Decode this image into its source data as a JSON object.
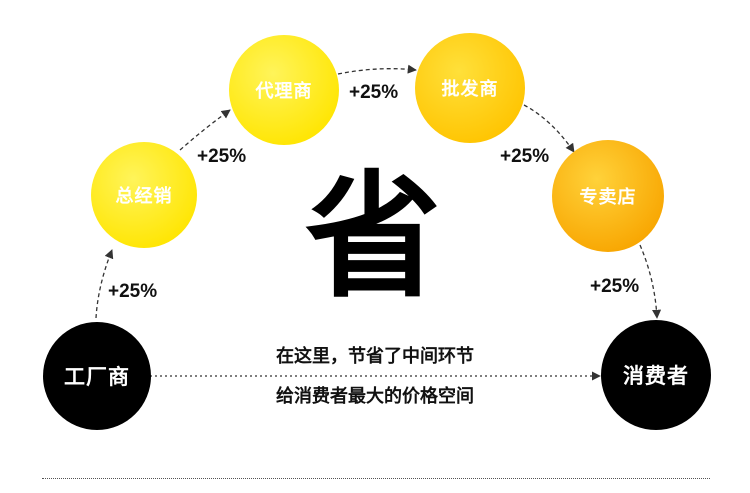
{
  "nodes": {
    "factory": "工厂商",
    "general": "总经销",
    "agent": "代理商",
    "wholesale": "批发商",
    "store": "专卖店",
    "consumer": "消费者"
  },
  "markups": {
    "factory_general": "+25%",
    "general_agent": "+25%",
    "agent_wholesale": "+25%",
    "wholesale_store": "+25%",
    "store_consumer": "+25%"
  },
  "center_character": "省",
  "message": {
    "line1": "在这里，节省了中间环节",
    "line2": "给消费者最大的价格空间"
  },
  "colors": {
    "yellow_light": "#ffec00",
    "yellow_dark": "#f9a800",
    "black": "#000000",
    "arrow": "#333333"
  }
}
